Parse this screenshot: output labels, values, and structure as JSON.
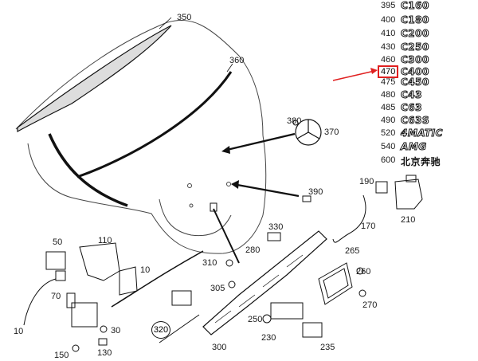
{
  "badges": [
    {
      "code": "395",
      "text": "C160"
    },
    {
      "code": "400",
      "text": "C180"
    },
    {
      "code": "410",
      "text": "C200"
    },
    {
      "code": "430",
      "text": "C250"
    },
    {
      "code": "460",
      "text": "C300"
    },
    {
      "code": "470",
      "text": "C400",
      "highlighted": true
    },
    {
      "code": "475",
      "text": "C450"
    },
    {
      "code": "480",
      "text": "C43"
    },
    {
      "code": "485",
      "text": "C63"
    },
    {
      "code": "490",
      "text": "C63S"
    },
    {
      "code": "520",
      "text": "4MATIC"
    },
    {
      "code": "540",
      "text": "AMG"
    },
    {
      "code": "600",
      "text": "北京奔驰"
    }
  ],
  "callouts": {
    "p350": "350",
    "p360": "360",
    "p380": "380",
    "p370": "370",
    "p390": "390",
    "p190": "190",
    "p210": "210",
    "p170": "170",
    "p330": "330",
    "p50": "50",
    "p110": "110",
    "p280": "280",
    "p265": "265",
    "p10a": "10",
    "p310": "310",
    "p260": "260",
    "p70": "70",
    "p305": "305",
    "p270": "270",
    "p250": "250",
    "p320": "320",
    "p10b": "10",
    "p30": "30",
    "p230": "230",
    "p300": "300",
    "p235": "235",
    "p150": "150",
    "p130": "130"
  },
  "colors": {
    "line": "#111111",
    "highlight": "#e02020",
    "arrow": "#e02020"
  }
}
